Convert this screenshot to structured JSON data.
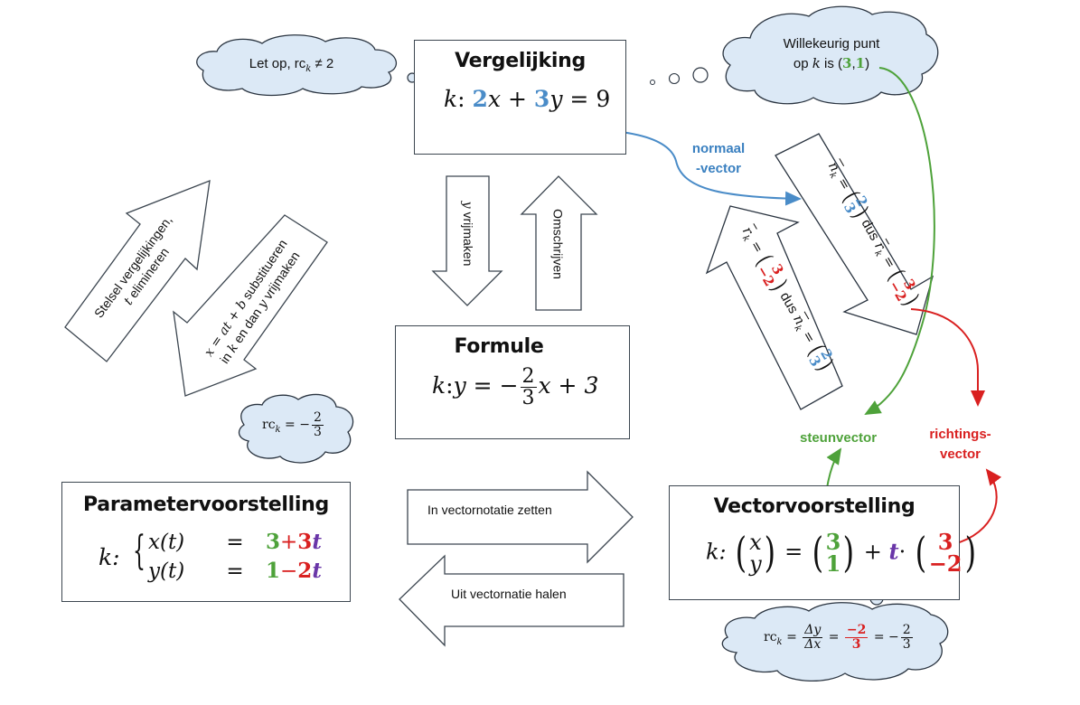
{
  "colors": {
    "normal_blue": "#4a8cc8",
    "support_green": "#4ea23a",
    "direction_red": "#d92020",
    "param_purple": "#6a36a8",
    "cloud_fill": "#dce9f6",
    "box_border": "#3c4650"
  },
  "boxes": {
    "vergelijking": {
      "title": "Vergelijking",
      "k": "k",
      "colon": ":",
      "a": "2",
      "x": "x",
      "plus": "+",
      "b": "3",
      "y": "y",
      "eq": "=",
      "c": "9"
    },
    "formule": {
      "title": "Formule",
      "lhs": "k",
      "y": "y",
      "eq": "= −",
      "num": "2",
      "den": "3",
      "rest": "x + 3"
    },
    "parameter": {
      "title": "Parametervoorstelling",
      "k": "k:",
      "row1_lhs": "x(t)",
      "row1_eq": "=",
      "row1_c": "3",
      "row1_op": "+",
      "row1_a": "3",
      "row1_t": "t",
      "row2_lhs": "y(t)",
      "row2_eq": "=",
      "row2_c": "1",
      "row2_op": "−",
      "row2_a": "2",
      "row2_t": "t"
    },
    "vector": {
      "title": "Vectorvoorstelling",
      "k": "k:",
      "x": "x",
      "y": "y",
      "eq": "=",
      "s1": "3",
      "s2": "1",
      "plus": "+",
      "t": "t",
      "dot": "·",
      "r1": "3",
      "r2": "−2"
    }
  },
  "clouds": {
    "let_op": {
      "text": "Let op, rc",
      "sub": "k",
      "rest": " ≠ 2"
    },
    "willekeurig": {
      "line1": "Willekeurig punt",
      "line2_pre": "op ",
      "k": "k",
      "line2_mid": " is (",
      "x": "3",
      "comma": ",",
      "y": "1",
      "close": ")"
    },
    "rc_formule": {
      "rc": "rc",
      "sub": "k",
      "eq": " = −",
      "num": "2",
      "den": "3"
    },
    "rc_vector": {
      "rc": "rc",
      "sub": "k",
      "eq1": "=",
      "num1": "Δy",
      "den1": "Δx",
      "eq2": "=",
      "num2": "−2",
      "den2": "3",
      "eq3": "= −",
      "num3": "2",
      "den3": "3"
    }
  },
  "arrows": {
    "y_vrijmaken": {
      "var": "y",
      "text": " vrijmaken"
    },
    "omschrijven": {
      "text": "Omschrijven"
    },
    "stelsel": {
      "line1": "Stelsel vergelijkingen,",
      "line2_var": "t",
      "line2": " elimineren"
    },
    "substitueren": {
      "line1_math": "x = at + b",
      "line1": " substitueren",
      "line2_pre": "in ",
      "line2_var": "k",
      "line2_mid": " en dan ",
      "line2_var2": "y",
      "line2_end": " vrijmaken"
    },
    "in_vectornotatie": {
      "text": "In vectornotatie zetten"
    },
    "uit_vectornotatie": {
      "text": "Uit vectornatie halen"
    },
    "nk_to_rk": {
      "nk": "n",
      "sub": "k",
      "eq": "=",
      "n1": "2",
      "n2": "3",
      "dus": "dus",
      "rk": "r",
      "r1": "3",
      "r2": "−2"
    },
    "rk_to_nk": {
      "rk": "r",
      "sub": "k",
      "eq": "=",
      "r1": "3",
      "r2": "−2",
      "dus": "dus",
      "nk": "n",
      "n1": "2",
      "n2": "3"
    }
  },
  "labels": {
    "normaalvector": {
      "line1": "normaal",
      "line2": "-vector"
    },
    "steunvector": {
      "text": "steunvector"
    },
    "richtingsvector": {
      "line1": "richtings-",
      "line2": "vector"
    }
  }
}
